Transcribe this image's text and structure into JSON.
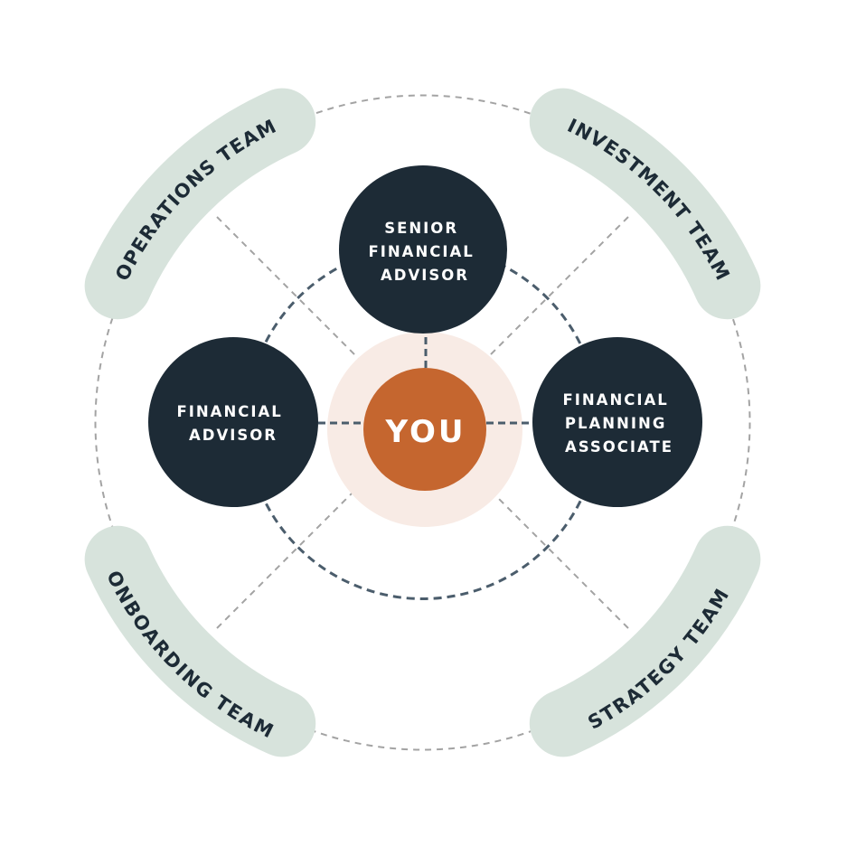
{
  "colors": {
    "navy": "#1d2b36",
    "orange": "#c5662f",
    "peach": "#f8ebe5",
    "sage": "#d7e3dc",
    "dash_gray": "#a3a3a3",
    "dash_navy": "#4b5d6c"
  },
  "center": {
    "label": "YOU"
  },
  "people": {
    "senior_advisor": {
      "lines": [
        "SENIOR",
        "FINANCIAL",
        "ADVISOR"
      ]
    },
    "financial_advisor": {
      "lines": [
        "FINANCIAL",
        "ADVISOR"
      ]
    },
    "planning_associate": {
      "lines": [
        "FINANCIAL",
        "PLANNING",
        "ASSOCIATE"
      ]
    }
  },
  "teams": {
    "operations": "OPERATIONS TEAM",
    "investment": "INVESTMENT TEAM",
    "onboarding": "ONBOARDING TEAM",
    "strategy": "STRATEGY TEAM"
  }
}
